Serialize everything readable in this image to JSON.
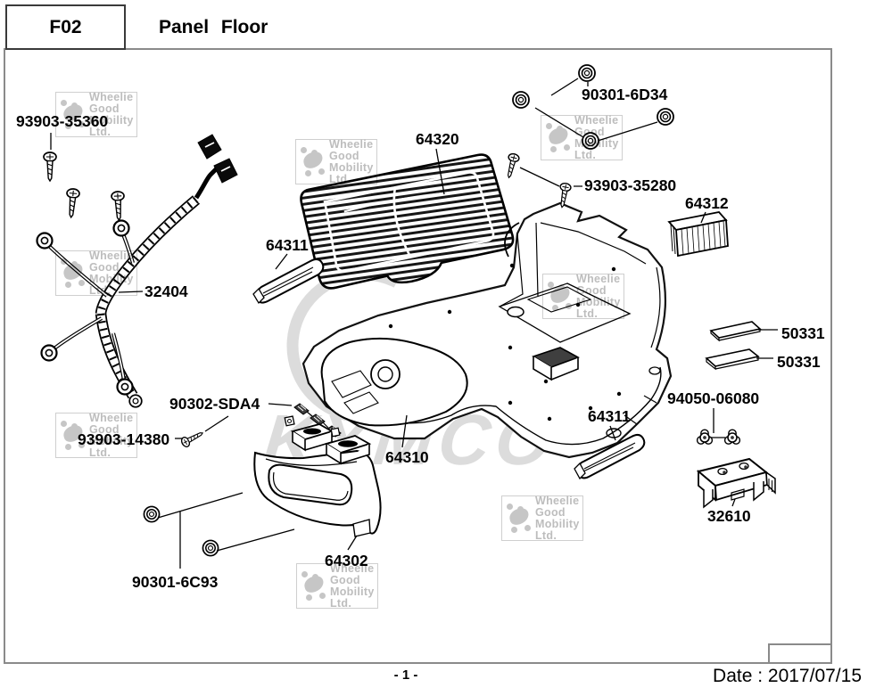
{
  "header": {
    "code": "F02",
    "title": "Panel Floor"
  },
  "footer": {
    "page": "- 1 -",
    "date": "Date : 2017/07/15"
  },
  "watermark": {
    "company": "Wheelie\nGood\nMobility\nLtd.",
    "brand": "KYMCO",
    "color": "#c6c6c6",
    "brand_color": "#dcdcdc"
  },
  "colors": {
    "line_art": "#000000",
    "frame_border": "#8a8a8a"
  },
  "labels": [
    "93903-35360",
    "32404",
    "64320",
    "64311",
    "90301-6D34",
    "93903-35280",
    "64312",
    "50331",
    "50331",
    "94050-06080",
    "64311",
    "32610",
    "64310",
    "90302-SDA4",
    "93903-14380",
    "64302",
    "90301-6C93"
  ]
}
